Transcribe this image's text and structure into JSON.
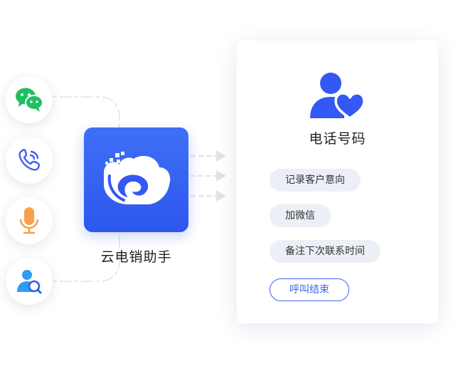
{
  "app": {
    "name": "云电销助手"
  },
  "card": {
    "title": "电话号码",
    "actions": [
      "记录客户意向",
      "加微信",
      "备注下次联系时间"
    ],
    "end_call": "呼叫结束"
  },
  "icons": [
    "wechat-icon",
    "phone-call-icon",
    "microphone-icon",
    "user-search-icon",
    "contact-heart-icon"
  ],
  "colors": {
    "brand": "#3358f4",
    "wechat": "#1fc060",
    "mic": "#f6a04a",
    "pill_bg": "#eceff6"
  }
}
